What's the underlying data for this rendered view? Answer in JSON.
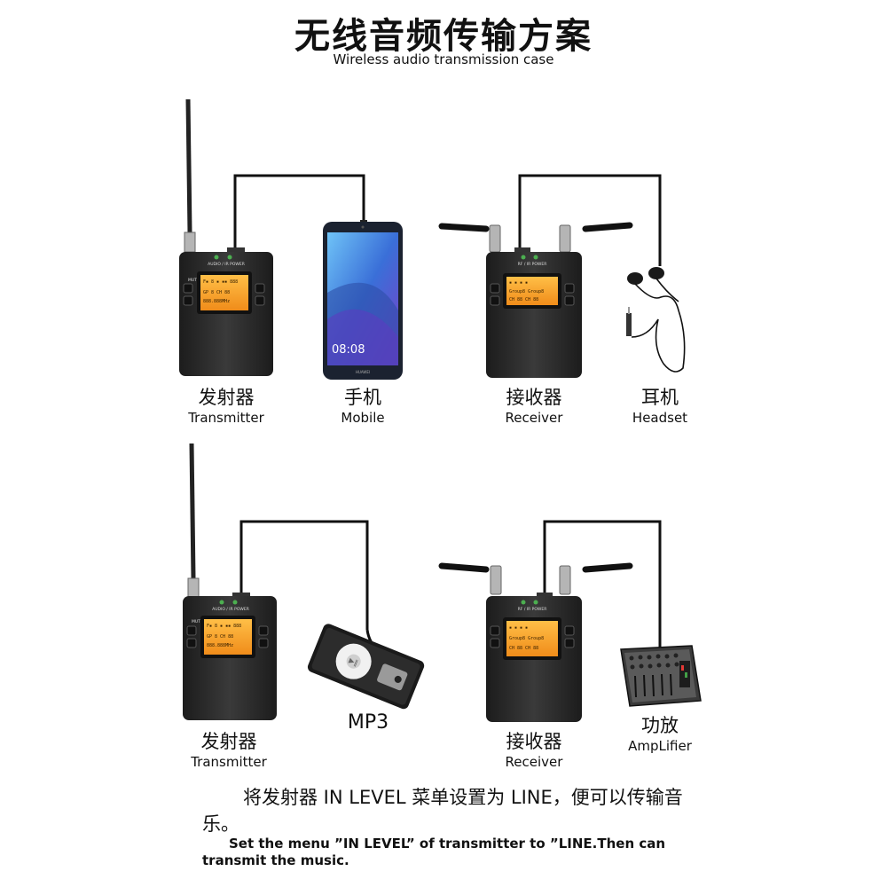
{
  "header": {
    "title": "无线音频传输方案",
    "subtitle": "Wireless audio transmission case"
  },
  "devices": {
    "tx1": {
      "cn": "发射器",
      "en": "Transmitter"
    },
    "mobile": {
      "cn": "手机",
      "en": "Mobile"
    },
    "rx1": {
      "cn": "接收器",
      "en": "Receiver"
    },
    "headset": {
      "cn": "耳机",
      "en": "Headset"
    },
    "tx2": {
      "cn": "发射器",
      "en": "Transmitter"
    },
    "mp3": {
      "label": "MP3"
    },
    "rx2": {
      "cn": "接收器",
      "en": "Receiver"
    },
    "amp": {
      "cn": "功放",
      "en": "AmpLifier"
    }
  },
  "screens": {
    "tx_line1": "F▪ 8    ▪ ▪▪ 888",
    "tx_line2": "GP 8  CH 88",
    "tx_line3": "888.888MHz",
    "rx_line1": "▪ ▪    ▪ ▪",
    "rx_line2": "Group8  Group8",
    "rx_line3": "CH 88   CH 88"
  },
  "device_text": {
    "mute": "MUTE",
    "tx_indicators": "AUDIO / IR POWER",
    "rx_indicators": "RF / IR POWER",
    "phone_time": "08:08",
    "phone_brand": "HUAWEI"
  },
  "note": {
    "cn": "将发射器 IN LEVEL 菜单设置为 LINE，便可以传输音乐。",
    "en": "Set the menu ”IN LEVEL” of transmitter to ”LINE.Then can transmit the music."
  },
  "colors": {
    "device_body": "#2a2a2a",
    "screen": "#f5a623",
    "led": "#4caf50",
    "cable": "#111111",
    "phone_screen": "#4a8fe0"
  }
}
